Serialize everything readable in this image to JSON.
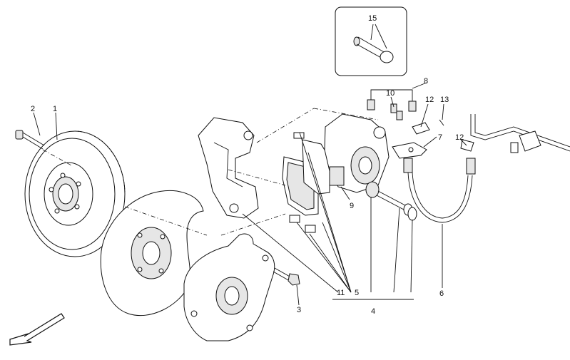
{
  "callouts": {
    "c1": "1",
    "c2": "2",
    "c3": "3",
    "c4": "4",
    "c5": "5",
    "c6": "6",
    "c7": "7",
    "c8": "8",
    "c9": "9",
    "c10": "10",
    "c11": "11",
    "c12a": "12",
    "c12b": "12",
    "c13": "13",
    "c15": "15"
  },
  "icons": {
    "direction_arrow": "front-direction-arrow-icon"
  }
}
